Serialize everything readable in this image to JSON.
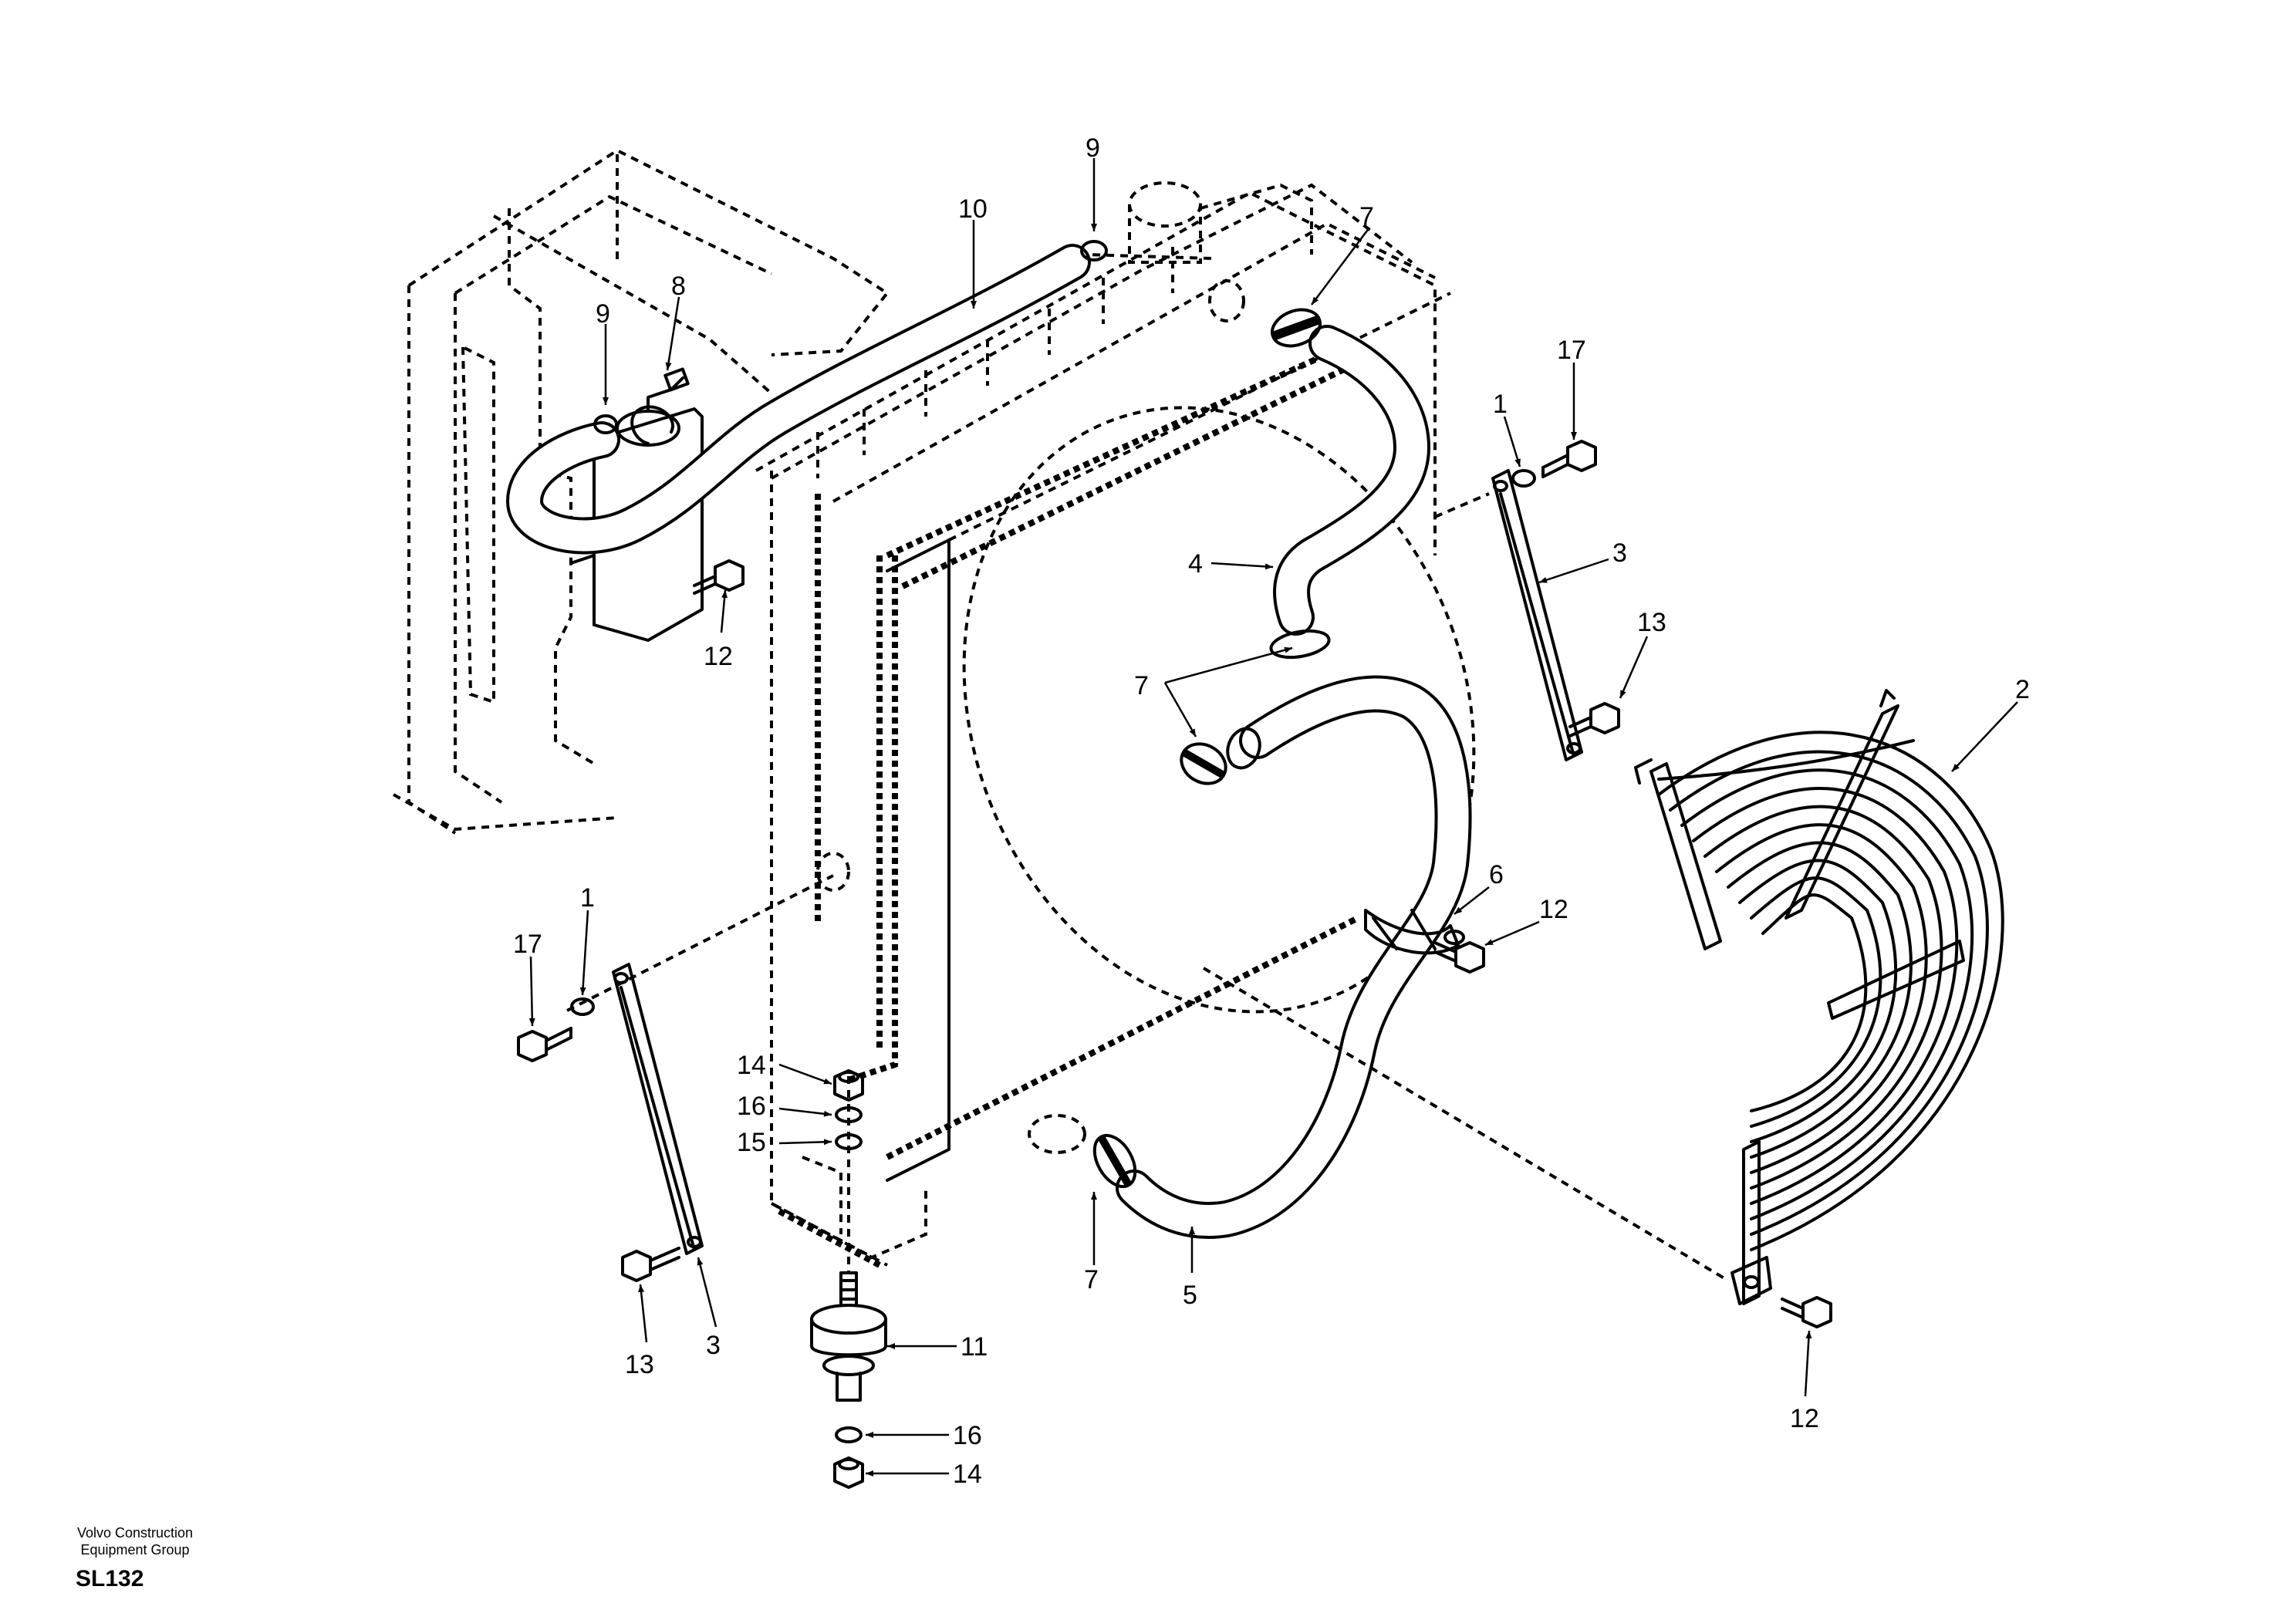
{
  "diagram": {
    "callouts": [
      {
        "id": "c-10",
        "label": "10"
      },
      {
        "id": "c-9a",
        "label": "9"
      },
      {
        "id": "c-9b",
        "label": "9"
      },
      {
        "id": "c-8",
        "label": "8"
      },
      {
        "id": "c-7a",
        "label": "7"
      },
      {
        "id": "c-7b",
        "label": "7"
      },
      {
        "id": "c-7c",
        "label": "7"
      },
      {
        "id": "c-4",
        "label": "4"
      },
      {
        "id": "c-17a",
        "label": "17"
      },
      {
        "id": "c-1a",
        "label": "1"
      },
      {
        "id": "c-3a",
        "label": "3"
      },
      {
        "id": "c-13a",
        "label": "13"
      },
      {
        "id": "c-2",
        "label": "2"
      },
      {
        "id": "c-6",
        "label": "6"
      },
      {
        "id": "c-12a",
        "label": "12"
      },
      {
        "id": "c-12b",
        "label": "12"
      },
      {
        "id": "c-12c",
        "label": "12"
      },
      {
        "id": "c-17b",
        "label": "17"
      },
      {
        "id": "c-1b",
        "label": "1"
      },
      {
        "id": "c-14a",
        "label": "14"
      },
      {
        "id": "c-16a",
        "label": "16"
      },
      {
        "id": "c-15",
        "label": "15"
      },
      {
        "id": "c-11",
        "label": "11"
      },
      {
        "id": "c-16b",
        "label": "16"
      },
      {
        "id": "c-14b",
        "label": "14"
      },
      {
        "id": "c-5",
        "label": "5"
      },
      {
        "id": "c-13b",
        "label": "13"
      },
      {
        "id": "c-3b",
        "label": "3"
      }
    ]
  },
  "footer": {
    "org_line1": "Volvo Construction",
    "org_line2": "Equipment Group",
    "code": "SL132"
  }
}
